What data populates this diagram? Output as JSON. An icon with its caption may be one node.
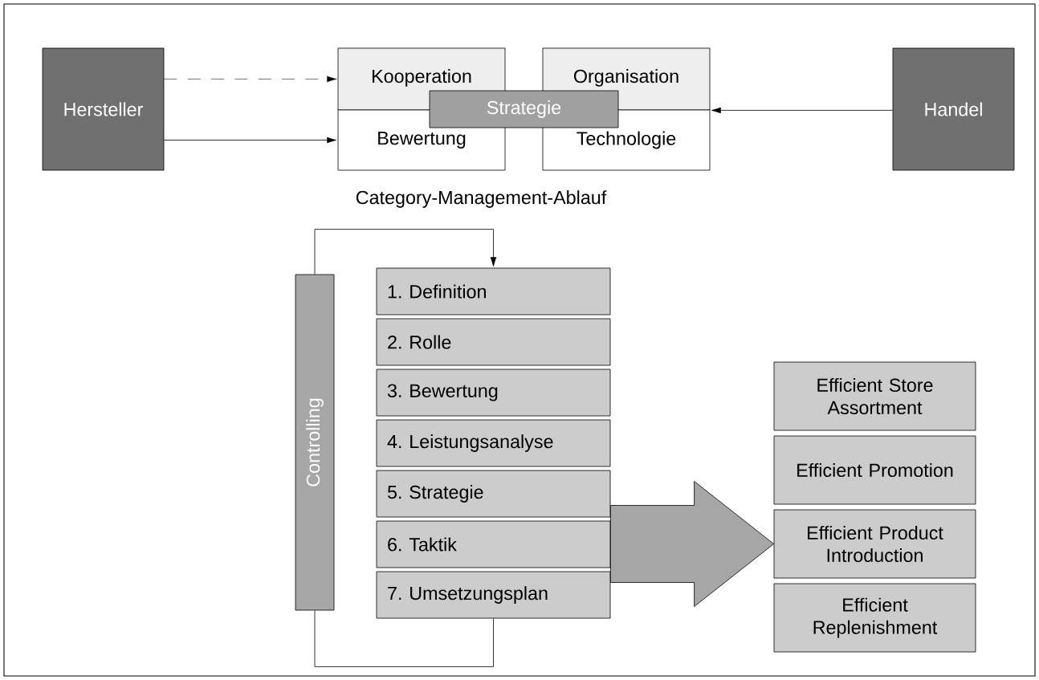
{
  "diagram": {
    "nodes": [
      {
        "text": [
          "Hersteller"
        ]
      },
      {
        "text": [
          "Kooperation"
        ]
      },
      {
        "text": [
          "Organisation"
        ]
      },
      {
        "text": [
          "Bewertung"
        ]
      },
      {
        "text": [
          "Technologie"
        ]
      },
      {
        "text": [
          "Strategie"
        ]
      },
      {
        "text": [
          "Handel"
        ]
      },
      {
        "text": [
          "Controlling"
        ]
      },
      {
        "text": [
          "1. Definition"
        ]
      },
      {
        "text": [
          "2. Rolle"
        ]
      },
      {
        "text": [
          "3. Bewertung"
        ]
      },
      {
        "text": [
          "4. Leistungsanalyse"
        ]
      },
      {
        "text": [
          "5. Strategie"
        ]
      },
      {
        "text": [
          "6. Taktik"
        ]
      },
      {
        "text": [
          "7. Umsetzungsplan"
        ]
      },
      {
        "text": [
          "Efficient Store Assortment"
        ]
      },
      {
        "text": [
          "Efficient Promotion"
        ]
      },
      {
        "text": [
          "Efficient Product Introduction"
        ]
      },
      {
        "text": [
          "Efficient Replenishment"
        ]
      }
    ],
    "edges": [
      {
        "from": 0,
        "to": 1,
        "arrow": "to",
        "style": "dashed"
      },
      {
        "from": 0,
        "to": 3,
        "arrow": "to"
      },
      {
        "from": 6,
        "to": 2,
        "arrow": "to"
      },
      {
        "from": 14,
        "to": 7,
        "arrow": "none"
      },
      {
        "from": 7,
        "to": 8,
        "arrow": "to"
      },
      {
        "from": 13,
        "to": 17,
        "arrow": "to",
        "style": "thick",
        "color": "#a6a6a6"
      }
    ],
    "labels": [
      "Category-Management-Ablauf"
    ]
  }
}
